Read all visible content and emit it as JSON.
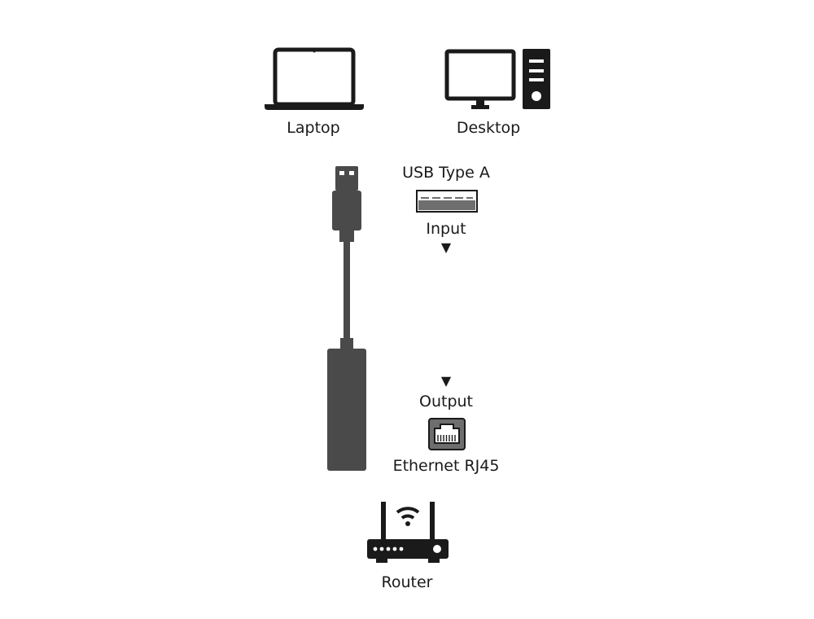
{
  "devices": {
    "laptop_label": "Laptop",
    "desktop_label": "Desktop",
    "router_label": "Router"
  },
  "input": {
    "port_label": "USB Type A",
    "direction_label": "Input",
    "arrow": "▼"
  },
  "output": {
    "direction_label": "Output",
    "port_label": "Ethernet RJ45",
    "arrow": "▼"
  },
  "icons": {
    "laptop": "laptop-icon",
    "desktop": "desktop-icon",
    "usb_plug": "usb-plug-icon",
    "usb_port": "usb-port-icon",
    "ethernet_port": "ethernet-port-icon",
    "router": "router-icon"
  },
  "colors": {
    "icon": "#1a1a1a",
    "adapter": "#4a4a4a",
    "port_fill": "#6e6e6e"
  }
}
